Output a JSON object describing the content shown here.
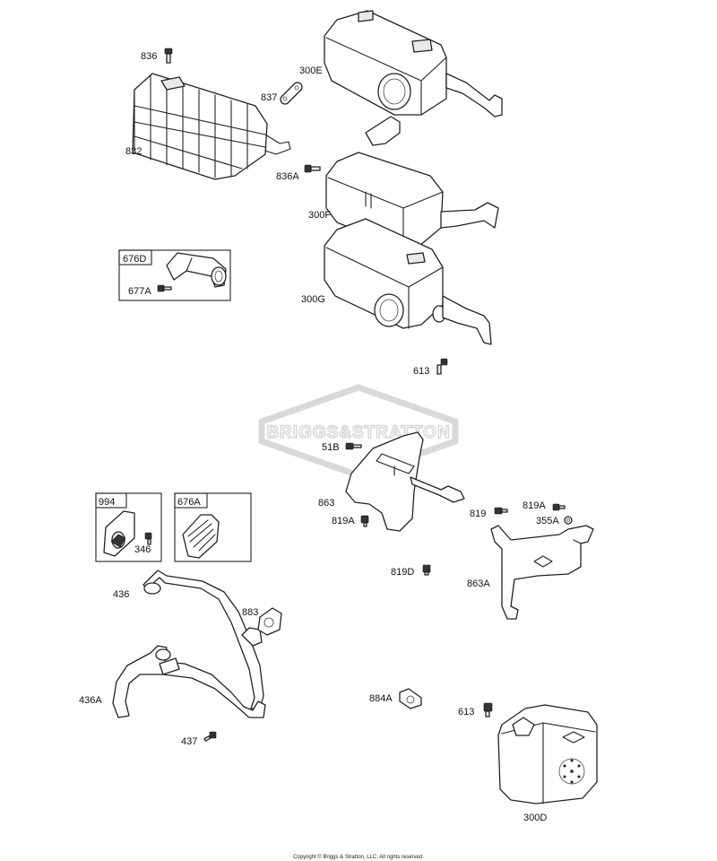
{
  "callouts": {
    "c836": "836",
    "c837": "837",
    "c300E": "300E",
    "c832": "832",
    "c836A": "836A",
    "c300F": "300F",
    "c676D": "676D",
    "c677A": "677A",
    "c300G": "300G",
    "c613a": "613",
    "c51B": "51B",
    "c863": "863",
    "c819A_left": "819A",
    "c819": "819",
    "c819A_right": "819A",
    "c355A": "355A",
    "c819D": "819D",
    "c863A": "863A",
    "c994": "994",
    "c676A": "676A",
    "c346": "346",
    "c436": "436",
    "c883": "883",
    "c436A": "436A",
    "c437": "437",
    "c884A": "884A",
    "c613b": "613",
    "c300D": "300D"
  },
  "watermark": "BRIGGS&STRATTON",
  "copyright": "Copyright © Briggs & Stratton, LLC. All rights reserved."
}
